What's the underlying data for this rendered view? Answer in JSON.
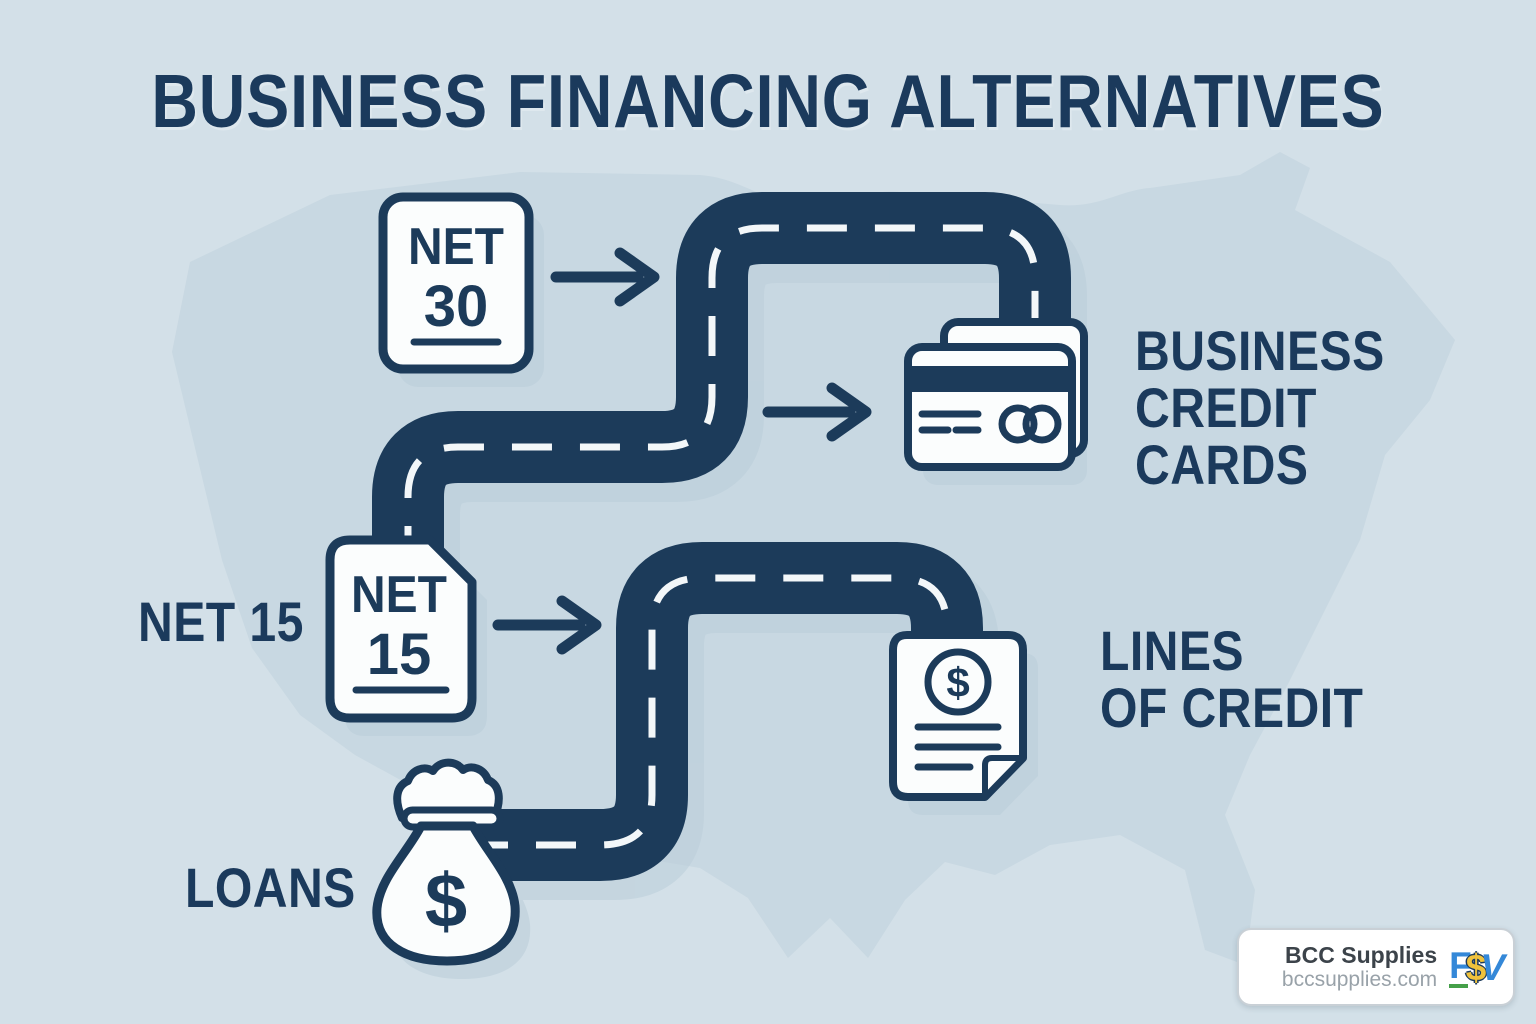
{
  "title": "BUSINESS FINANCING ALTERNATIVES",
  "sources": {
    "net30": {
      "sign_line1": "NET",
      "sign_line2": "30"
    },
    "net15": {
      "label": "NET 15",
      "sign_line1": "NET",
      "sign_line2": "15"
    },
    "loans": {
      "label": "LOANS",
      "currency_symbol": "$"
    }
  },
  "destinations": {
    "business_credit_cards": {
      "label_lines": [
        "BUSINESS",
        "CREDIT",
        "CARDS"
      ]
    },
    "lines_of_credit": {
      "label_lines": [
        "LINES",
        "OF CREDIT"
      ],
      "currency_symbol": "$"
    }
  },
  "footer": {
    "brand": "BCC Supplies",
    "website": "bccsupplies.com",
    "logo_letter_f": "F",
    "logo_letter_s": "$",
    "logo_letter_v": "V"
  },
  "colors": {
    "background": "#d3e0e8",
    "map_silhouette": "#c0d2dd",
    "navy": "#1c3b5a",
    "icon_white": "#fbfdfd",
    "shadow": "#bccfda",
    "road_dash": "#f3f7f9",
    "logo_blue": "#3488d8",
    "logo_yellow": "#f0c23c",
    "logo_green": "#45a049"
  }
}
